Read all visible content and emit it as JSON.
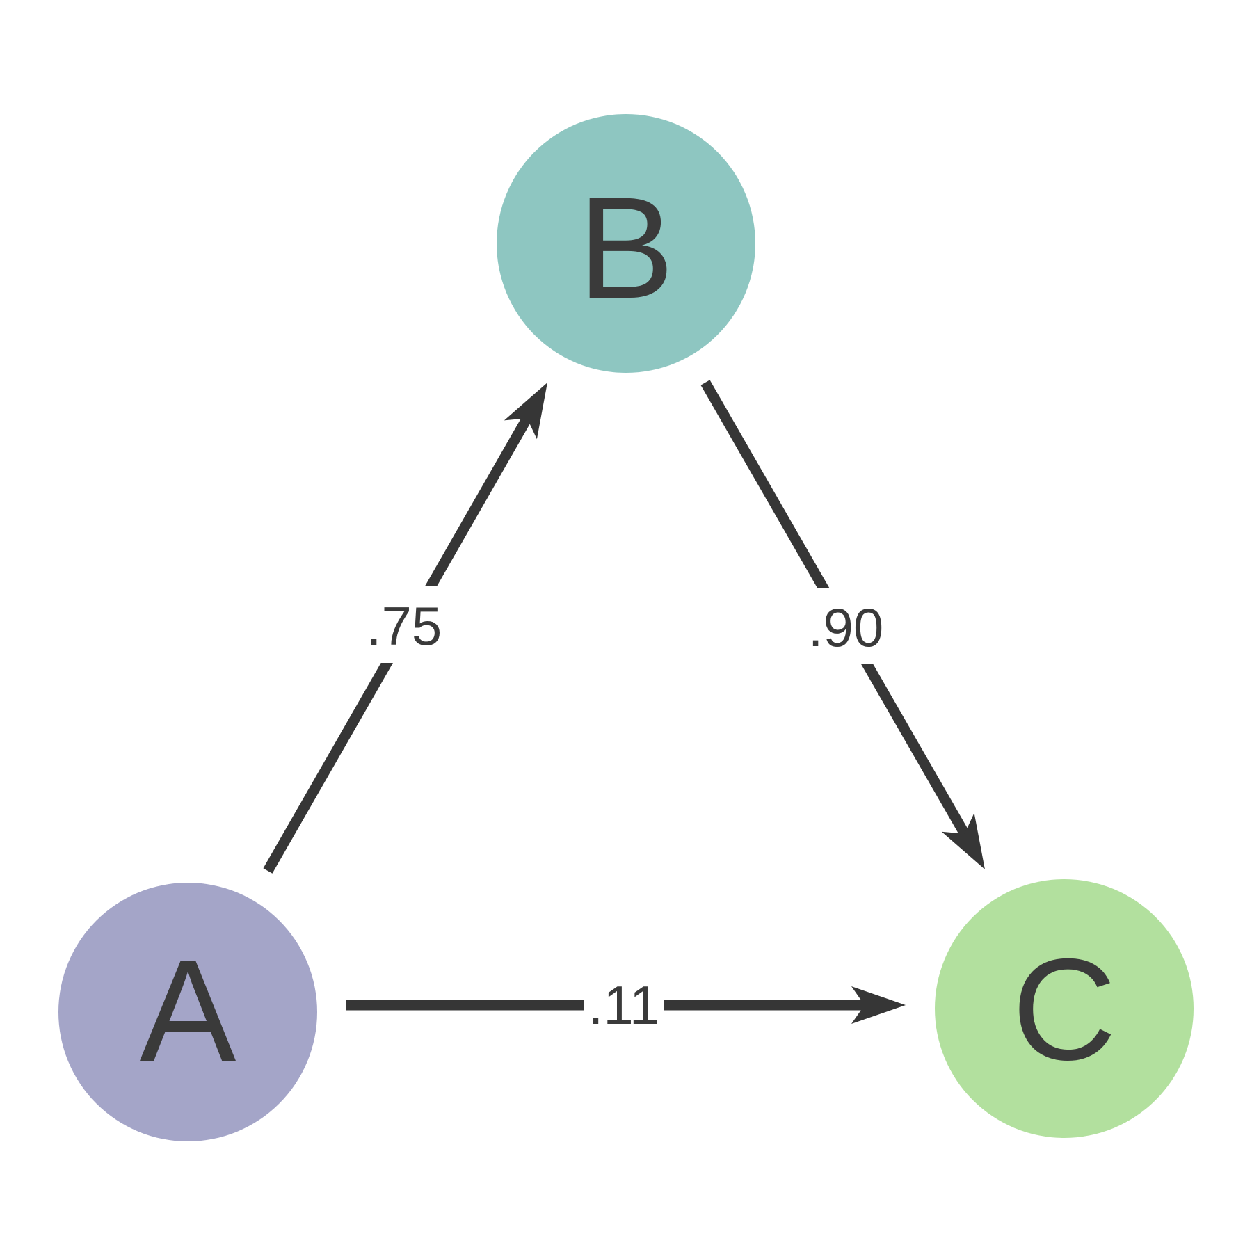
{
  "diagram": {
    "background": "#ffffff",
    "colors": {
      "arrow": "#363636",
      "text": "#3a3a3a",
      "label_background": "#ffffff"
    },
    "nodes": [
      {
        "id": "A",
        "label": "A",
        "color": "#a4a5c8"
      },
      {
        "id": "B",
        "label": "B",
        "color": "#8ec6c1"
      },
      {
        "id": "C",
        "label": "C",
        "color": "#b2e09e"
      }
    ],
    "edges": [
      {
        "from": "A",
        "to": "B",
        "label": ".75"
      },
      {
        "from": "B",
        "to": "C",
        "label": ".90"
      },
      {
        "from": "A",
        "to": "C",
        "label": ".11"
      }
    ]
  }
}
